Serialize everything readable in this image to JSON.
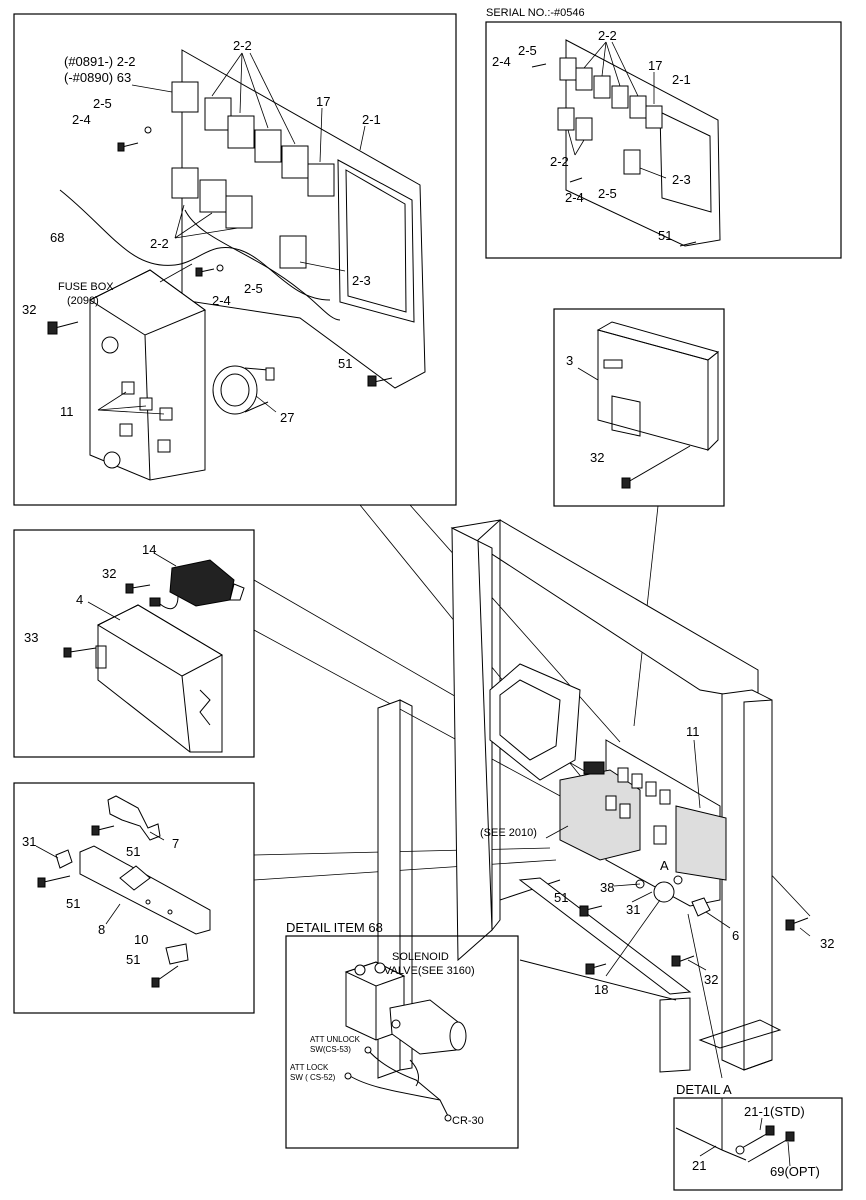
{
  "panel_main": {
    "labels": {
      "c2_2_top": "2-2",
      "serial_a": "(#0891-) 2-2",
      "serial_b": "(-#0890) 63",
      "c2_5": "2-5",
      "c2_4": "2-4",
      "c17": "17",
      "c2_1": "2-1",
      "c68": "68",
      "c2_2_low": "2-2",
      "fuse_box": "FUSE BOX",
      "fuse_box_ref": "(2090)",
      "c2_3": "2-3",
      "c2_4_b": "2-4",
      "c2_5_b": "2-5",
      "c32": "32",
      "c51": "51",
      "c11": "11",
      "c27": "27"
    }
  },
  "panel_serial": {
    "title": "SERIAL NO.:-#0546",
    "labels": {
      "c2_5": "2-5",
      "c2_4": "2-4",
      "c2_2": "2-2",
      "c17": "17",
      "c2_1": "2-1",
      "c2_2_b": "2-2",
      "c2_3": "2-3",
      "c2_4_b": "2-4",
      "c2_5_b": "2-5",
      "c51": "51"
    }
  },
  "panel_controller": {
    "labels": {
      "c3": "3",
      "c32": "32"
    }
  },
  "panel_module": {
    "labels": {
      "c14": "14",
      "c32": "32",
      "c4": "4",
      "c33": "33"
    }
  },
  "panel_brackets": {
    "labels": {
      "c7": "7",
      "c51a": "51",
      "c31": "31",
      "c51b": "51",
      "c8": "8",
      "c10": "10",
      "c51c": "51"
    }
  },
  "assembly": {
    "labels": {
      "c11": "11",
      "see2010": "(SEE 2010)",
      "c38": "38",
      "c51": "51",
      "c31": "31",
      "detail_a_marker": "A",
      "c6": "6",
      "c32a": "32",
      "c32b": "32",
      "c18": "18"
    }
  },
  "detail_68": {
    "title": "DETAIL ITEM 68",
    "solenoid_1": "SOLENOID",
    "solenoid_2": "VALVE(SEE 3160)",
    "att_unlock_1": "ATT UNLOCK",
    "att_unlock_2": "SW(CS-53)",
    "att_lock_1": "ATT LOCK",
    "att_lock_2": "SW ( CS-52)",
    "cr30": "CR-30"
  },
  "detail_a": {
    "title": "DETAIL A",
    "c21_1": "21-1(STD)",
    "c21": "21",
    "c69": "69(OPT)"
  }
}
